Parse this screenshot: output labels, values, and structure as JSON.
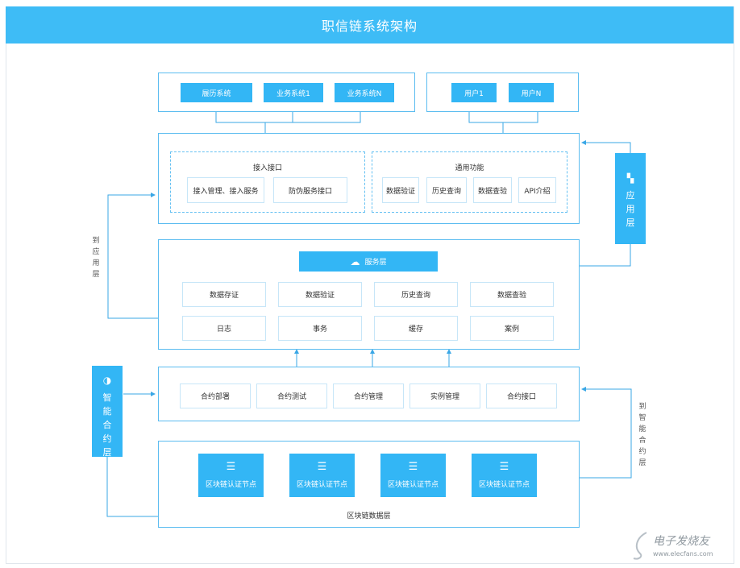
{
  "title": "职信链系统架构",
  "top_left": {
    "items": [
      "履历系统",
      "业务系统1",
      "业务系统N"
    ]
  },
  "top_right": {
    "items": [
      "用户1",
      "用户N"
    ]
  },
  "interface_layer": {
    "access_group": {
      "title": "接入接口",
      "items": [
        "接入管理、接入服务",
        "防伪服务接口"
      ]
    },
    "common_group": {
      "title": "通用功能",
      "items": [
        "数据验证",
        "历史查询",
        "数据查验",
        "API介绍"
      ]
    }
  },
  "service_layer": {
    "title": "服务层",
    "row1": [
      "数据存证",
      "数据验证",
      "历史查询",
      "数据查验"
    ],
    "row2": [
      "日志",
      "事务",
      "缓存",
      "案例"
    ]
  },
  "contract_layer": {
    "items": [
      "合约部署",
      "合约测试",
      "合约管理",
      "实例管理",
      "合约接口"
    ]
  },
  "data_layer": {
    "title": "区块链数据层",
    "nodes": [
      "区块链认证节点",
      "区块链认证节点",
      "区块链认证节点",
      "区块链认证节点"
    ]
  },
  "side": {
    "app_layer": "应用层",
    "contract_layer": "智能合约层",
    "to_app_label": "到应用层",
    "to_contract_label": "到智能合约层"
  },
  "colors": {
    "header": "#3ebcf6",
    "accent": "#33b6f5",
    "border": "#5bbcf0"
  },
  "watermark": {
    "brand": "电子发烧友",
    "url": "www.elecfans.com"
  }
}
